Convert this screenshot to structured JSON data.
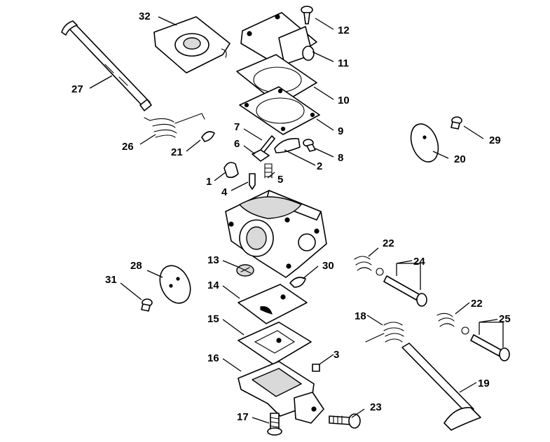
{
  "callouts": [
    "1",
    "2",
    "3",
    "4",
    "5",
    "6",
    "7",
    "8",
    "9",
    "10",
    "11",
    "12",
    "13",
    "14",
    "15",
    "16",
    "17",
    "18",
    "19",
    "20",
    "21",
    "22",
    "22",
    "23",
    "24",
    "25",
    "26",
    "27",
    "28",
    "29",
    "30",
    "31",
    "32"
  ]
}
